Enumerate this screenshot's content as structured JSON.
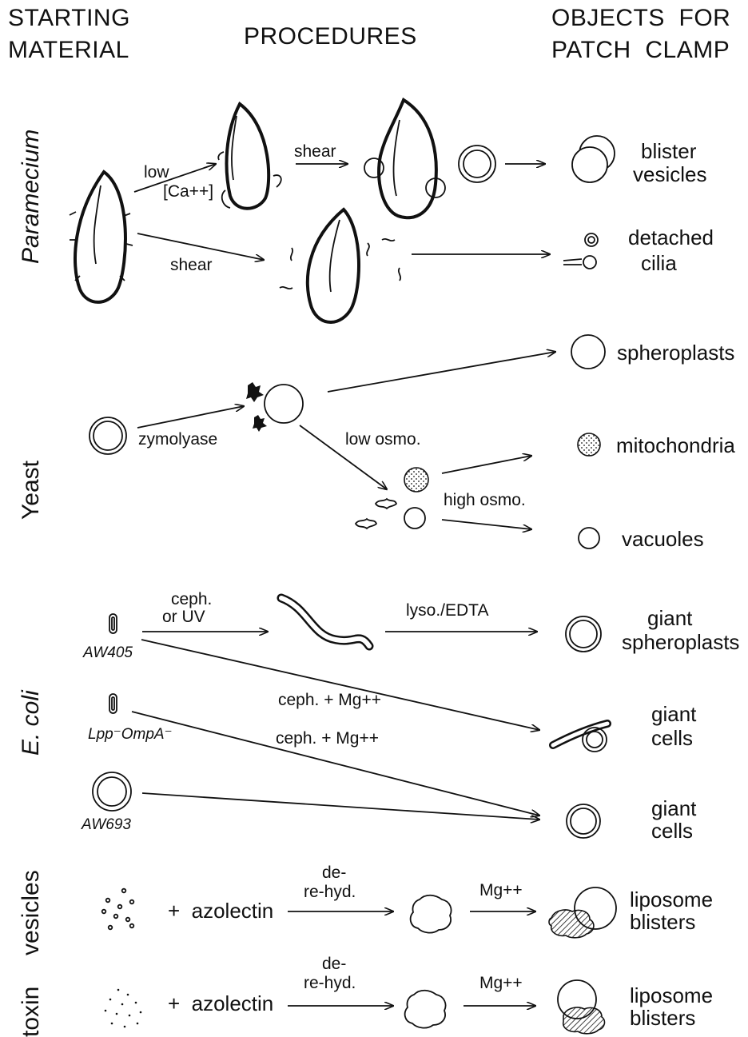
{
  "headers": {
    "starting_material": [
      "STARTING",
      "MATERIAL"
    ],
    "procedures": "PROCEDURES",
    "objects": [
      "OBJECTS  FOR",
      "PATCH  CLAMP"
    ]
  },
  "rows": {
    "paramecium": "Paramecium",
    "yeast": "Yeast",
    "ecoli": "E. coli",
    "vesicles": "vesicles",
    "toxin": "toxin"
  },
  "procedures": {
    "low": "low",
    "ca": "[Ca++]",
    "shear1": "shear",
    "shear2": "shear",
    "zymolyase": "zymolyase",
    "low_osmo": "low osmo.",
    "high_osmo": "high osmo.",
    "ceph_uv": [
      "ceph.",
      "or UV"
    ],
    "lyso_edta": "lyso./EDTA",
    "ceph_mg_1": "ceph. + Mg++",
    "ceph_mg_2": "ceph. + Mg++",
    "azolectin_1": "+  azolectin",
    "azolectin_2": "+  azolectin",
    "dehyd_1": [
      "de-",
      "re-hyd."
    ],
    "dehyd_2": [
      "de-",
      "re-hyd."
    ],
    "mg_1": "Mg++",
    "mg_2": "Mg++"
  },
  "strains": {
    "aw405": "AW405",
    "lpp": "Lpp⁻OmpA⁻",
    "aw693": "AW693"
  },
  "objects": {
    "blister_vesicles": [
      "blister",
      "vesicles"
    ],
    "detached_cilia": [
      "detached",
      "cilia"
    ],
    "spheroplasts": "spheroplasts",
    "mitochondria": "mitochondria",
    "vacuoles": "vacuoles",
    "giant_spheroplasts": [
      "giant",
      "spheroplasts"
    ],
    "giant_cells_1": [
      "giant",
      "cells"
    ],
    "giant_cells_2": [
      "giant",
      "cells"
    ],
    "liposome_blisters_1": [
      "liposome",
      "blisters"
    ],
    "liposome_blisters_2": [
      "liposome",
      "blisters"
    ]
  }
}
